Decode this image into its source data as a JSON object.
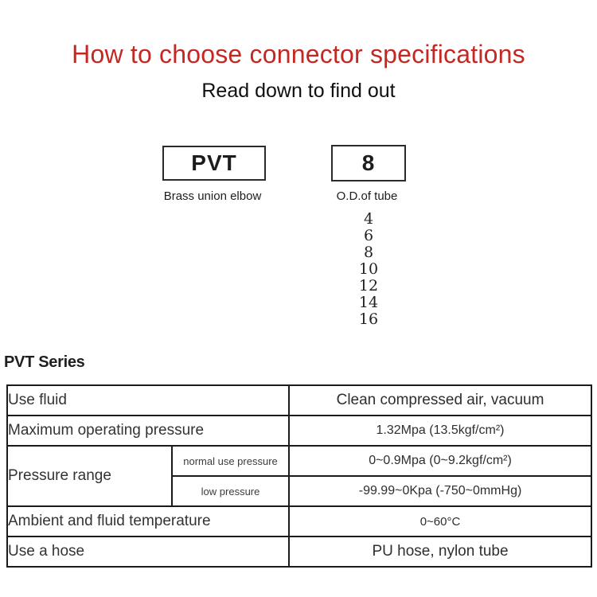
{
  "page": {
    "title": "How to choose connector specifications",
    "subtitle": "Read down to find out"
  },
  "selector": {
    "model_box": {
      "code": "PVT",
      "caption": "Brass union elbow"
    },
    "size_box": {
      "code": "8",
      "caption": "O.D.of tube"
    },
    "tube_sizes": [
      "4",
      "6",
      "8",
      "10",
      "12",
      "14",
      "16"
    ]
  },
  "series": {
    "heading": "PVT Series",
    "table": {
      "rows": [
        {
          "label": "Use fluid",
          "value": "Clean compressed air, vacuum"
        },
        {
          "label": "Maximum operating pressure",
          "value": "1.32Mpa (13.5kgf/cm²)"
        },
        {
          "label": "Pressure range",
          "sub_label": "normal use pressure",
          "value": "0~0.9Mpa (0~9.2kgf/cm²)"
        },
        {
          "sub_label": "low pressure",
          "value": "-99.99~0Kpa (-750~0mmHg)"
        },
        {
          "label": "Ambient and fluid temperature",
          "value": "0~60°C"
        },
        {
          "label": "Use a hose",
          "value": "PU hose, nylon tube"
        }
      ]
    }
  },
  "colors": {
    "title_red": "#c42823",
    "row_beige": "#f5eee1",
    "table_border": "#1b1b1b"
  }
}
